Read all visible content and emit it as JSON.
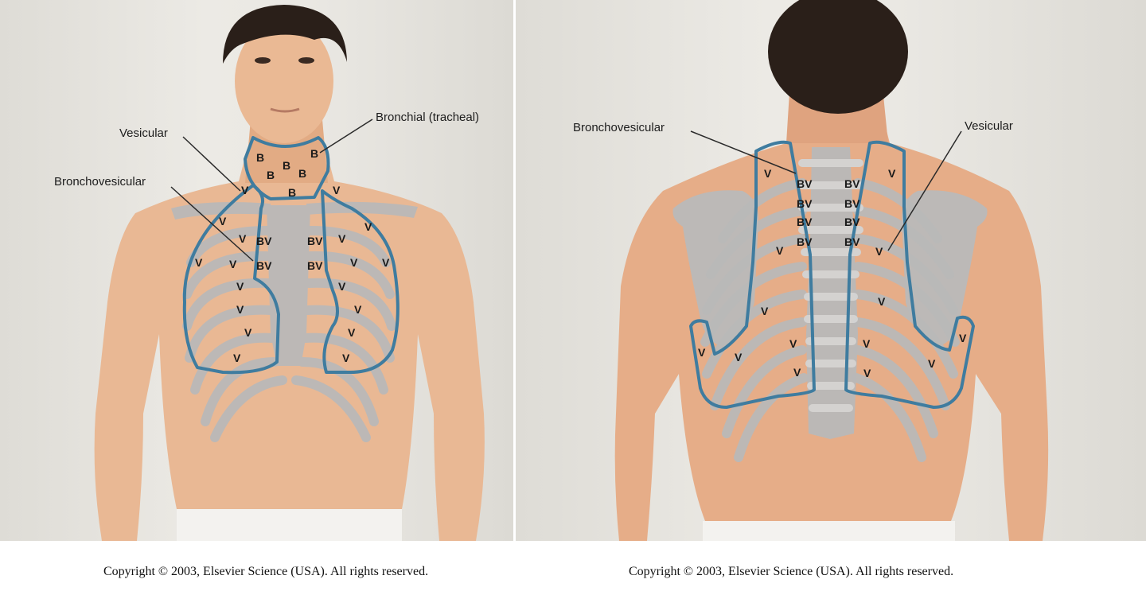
{
  "front": {
    "labels": {
      "vesicular": "Vesicular",
      "bronchial": "Bronchial (tracheal)",
      "bronchovesicular": "Bronchovesicular"
    },
    "markers": {
      "B": "B",
      "BV": "BV",
      "V": "V"
    }
  },
  "back": {
    "labels": {
      "bronchovesicular": "Bronchovesicular",
      "vesicular": "Vesicular"
    },
    "markers": {
      "BV": "BV",
      "V": "V"
    }
  },
  "colors": {
    "zone_outline": "#3f7c9f",
    "bone": "#b9b9b9",
    "skin": "#e9b894",
    "hair": "#2a1f19"
  },
  "copyright": {
    "left": "Copyright © 2003, Elsevier Science (USA). All rights reserved.",
    "right": "Copyright © 2003, Elsevier Science (USA). All rights reserved."
  }
}
